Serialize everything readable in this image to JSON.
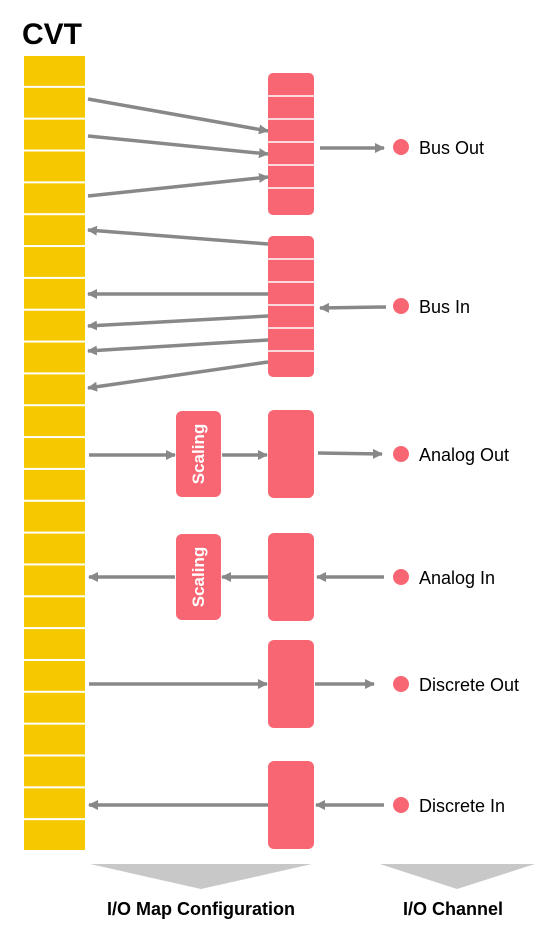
{
  "cvt": {
    "title": "CVT"
  },
  "scaling_label": "Scaling",
  "channels": [
    {
      "label": "Bus Out"
    },
    {
      "label": "Bus In"
    },
    {
      "label": "Analog Out"
    },
    {
      "label": "Analog In"
    },
    {
      "label": "Discrete Out"
    },
    {
      "label": "Discrete In"
    }
  ],
  "footer": {
    "map_label": "I/O Map Configuration",
    "channel_label": "I/O Channel"
  },
  "colors": {
    "cvt_cell": "#F5C800",
    "block": "#F96673",
    "arrow": "#888888",
    "triangle": "#C8C8C8"
  }
}
